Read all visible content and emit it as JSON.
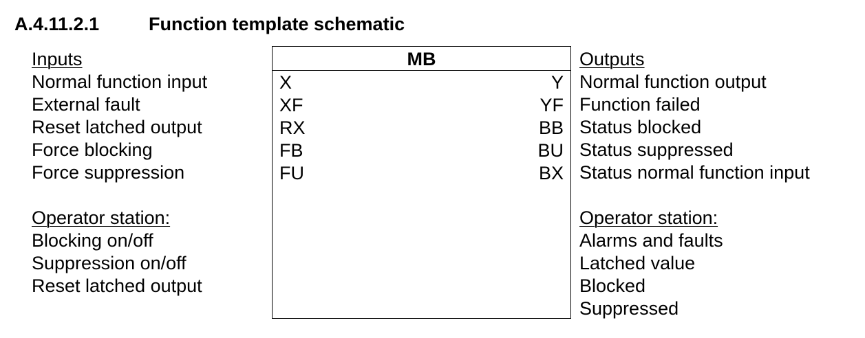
{
  "section": {
    "number": "A.4.11.2.1",
    "title": "Function template schematic"
  },
  "block": {
    "name": "MB",
    "input_ports": [
      "X",
      "XF",
      "RX",
      "FB",
      "FU"
    ],
    "output_ports": [
      "Y",
      "YF",
      "BB",
      "BU",
      "BX"
    ]
  },
  "inputs": {
    "header": "Inputs",
    "items": [
      "Normal function input",
      "External fault",
      "Reset latched output",
      "Force blocking",
      "Force suppression"
    ],
    "operator_header": "Operator station:",
    "operator_items": [
      "Blocking on/off",
      "Suppression on/off",
      "Reset latched output"
    ]
  },
  "outputs": {
    "header": "Outputs",
    "items": [
      "Normal function output",
      "Function failed",
      "Status blocked",
      "Status suppressed",
      "Status normal function input"
    ],
    "operator_header": "Operator station:",
    "operator_items": [
      "Alarms and faults",
      "Latched value",
      "Blocked",
      "Suppressed"
    ]
  }
}
